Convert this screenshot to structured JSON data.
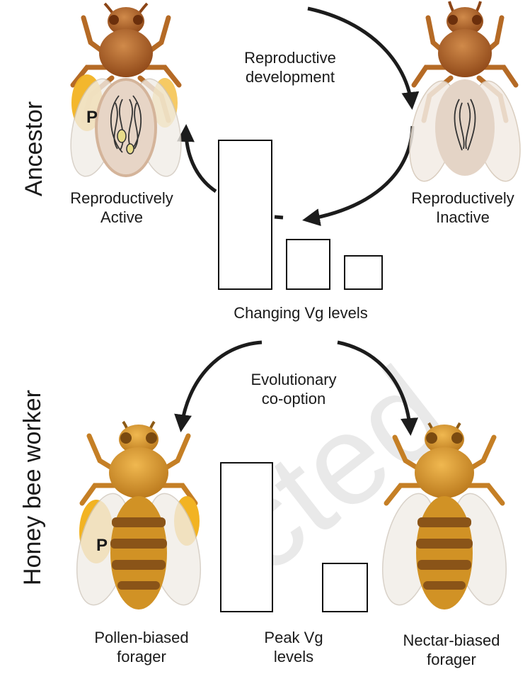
{
  "side_labels": {
    "top": "Ancestor",
    "bottom": "Honey bee worker"
  },
  "top_section": {
    "cycle_label": [
      "Reproductive",
      "development"
    ],
    "left_bee_label": [
      "Reproductively",
      "Active"
    ],
    "right_bee_label": [
      "Reproductively",
      "Inactive"
    ],
    "left_bee_marker": "P",
    "bars_caption": "Changing Vg levels",
    "bar_values_relative": [
      1.0,
      0.34,
      0.23
    ]
  },
  "bottom_section": {
    "cooption_label": [
      "Evolutionary",
      "co-option"
    ],
    "left_bee_label": [
      "Pollen-biased",
      "forager"
    ],
    "right_bee_label": [
      "Nectar-biased",
      "forager"
    ],
    "left_bee_marker": "P",
    "bars_caption": [
      "Peak Vg",
      "levels"
    ],
    "bar_values_relative": [
      1.0,
      0.33
    ]
  },
  "colors": {
    "ancestor_body": "#a85a22",
    "honeybee_body": "#d19225",
    "pollen": "#f2b322",
    "stripe": "#8a5418",
    "wing": "#f1ede7",
    "arrow": "#1c1c1c"
  }
}
